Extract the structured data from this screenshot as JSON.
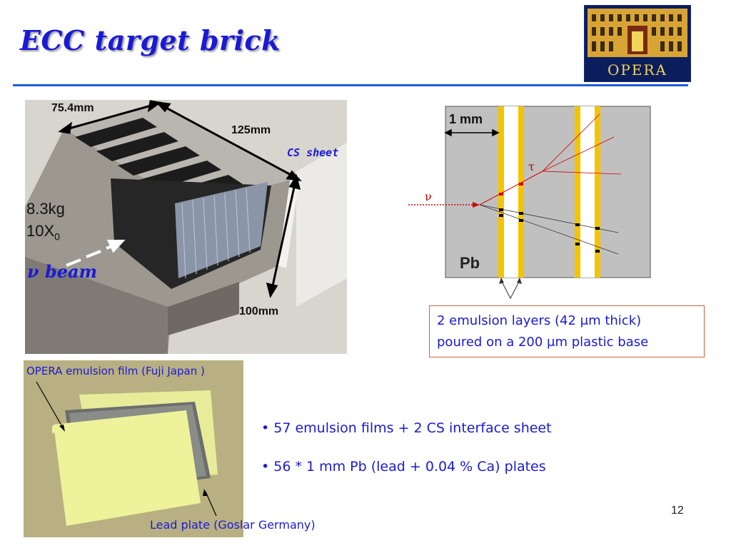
{
  "slide": {
    "title": "ECC target brick",
    "page_number": "12"
  },
  "logo": {
    "text": "OPERA"
  },
  "brick_photo": {
    "dimension_width": "75.4mm",
    "dimension_length": "125mm",
    "dimension_height": "100mm",
    "cs_sheet_label": "CS sheet",
    "mass": "8.3kg",
    "radiation_length": "10X",
    "radiation_length_sub": "0",
    "beam_label": "ν beam"
  },
  "schematic": {
    "spacing_label": "1 mm",
    "material_label": "Pb",
    "tau_label": "τ",
    "nu_label": "ν"
  },
  "emulsion_note": {
    "line1": "2 emulsion layers (42 μm thick)",
    "line2": "poured on a 200 μm  plastic base"
  },
  "film_photo": {
    "caption_top": "OPERA emulsion film (Fuji Japan )",
    "caption_bottom": "Lead plate (Goslar Germany)"
  },
  "bullets": [
    "• 57 emulsion films + 2 CS interface sheet",
    "• 56 * 1 mm Pb (lead + 0.04 % Ca) plates"
  ],
  "colors": {
    "title": "#1a1ad6",
    "rule": "#1f5bd6",
    "emulsion": "#f5c400",
    "lead": "#c0c0c0",
    "track_red": "#d40000",
    "note_border": "#d9603b"
  }
}
